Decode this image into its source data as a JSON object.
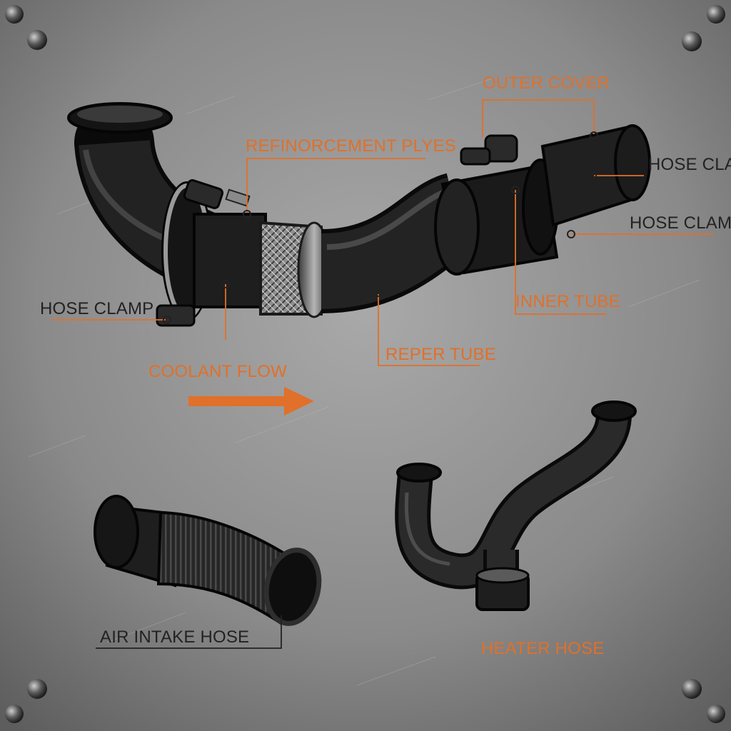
{
  "colors": {
    "accent_orange": "#e0702a",
    "dark_label": "#222222",
    "hose_black": "#1c1c1c",
    "metal_plate": "#8d8d8d"
  },
  "labels": {
    "outer_cover": "OUTER COVER",
    "reinforcement_plies": "REFINORCEMENT PLYES",
    "hose_clamp_top_right": "HOSE CLAMP",
    "hose_clamp_right": "HOSE CLAMP",
    "hose_clamp_left": "HOSE CLAMP",
    "inner_tube": "INNER TUBE",
    "reper_tube": "REPER TUBE",
    "coolant_flow": "COOLANT FLOW",
    "air_intake_hose": "AIR INTAKE HOSE",
    "heater_hose": "HEATER HOSE"
  },
  "icons": {
    "flow_arrow": "arrow-right-icon",
    "plate_rivet": "rivet-icon"
  }
}
